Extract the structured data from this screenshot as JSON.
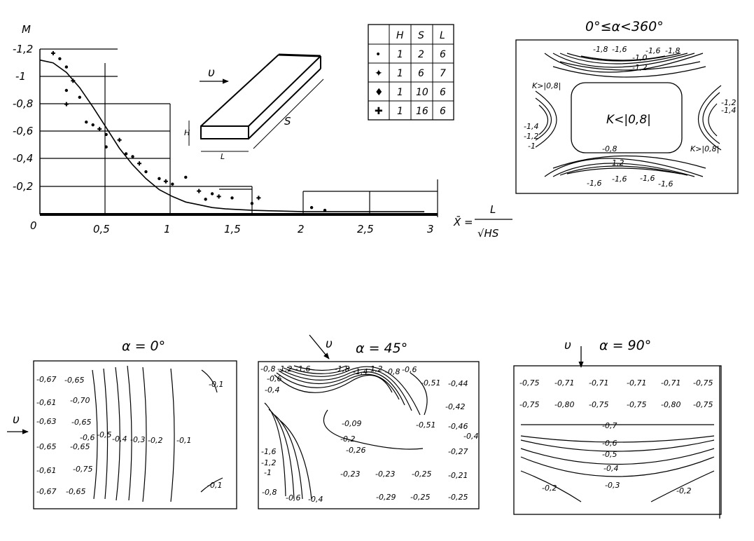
{
  "main_chart": {
    "ylabel": "M",
    "y_ticks": [
      "-1,2",
      "-1",
      "-0,8",
      "-0,6",
      "-0,4",
      "-0,2"
    ],
    "x_ticks": [
      "0",
      "0,5",
      "1",
      "1,5",
      "2",
      "2,5",
      "3"
    ],
    "xlabel_lhs": "X̄ =",
    "xlabel_num": "L",
    "xlabel_den": "√HS"
  },
  "chart_data": {
    "type": "scatter",
    "xlabel": "X̄ = L/√HS",
    "ylabel": "M",
    "xlim": [
      0,
      3
    ],
    "ylim": [
      0,
      1.25
    ],
    "y_axis_inverted_sign": true,
    "grid": false,
    "curve": {
      "x": [
        0,
        0.1,
        0.2,
        0.3,
        0.4,
        0.5,
        0.6,
        0.7,
        0.8,
        0.9,
        1.0,
        1.1,
        1.2,
        1.3,
        1.4,
        1.6,
        1.8,
        2.0,
        2.5,
        2.9
      ],
      "y": [
        1.12,
        1.1,
        1.03,
        0.92,
        0.78,
        0.63,
        0.48,
        0.36,
        0.26,
        0.18,
        0.13,
        0.09,
        0.07,
        0.05,
        0.04,
        0.03,
        0.025,
        0.02,
        0.02,
        0.02
      ]
    },
    "points": {
      "x": [
        0.1,
        0.15,
        0.2,
        0.25,
        0.2,
        0.3,
        0.2,
        0.35,
        0.4,
        0.45,
        0.5,
        0.5,
        0.6,
        0.65,
        0.7,
        0.75,
        0.8,
        0.9,
        0.95,
        1.0,
        1.1,
        1.2,
        1.25,
        1.3,
        1.35,
        1.45,
        1.6,
        1.65,
        2.05,
        2.15
      ],
      "y": [
        1.17,
        1.13,
        1.07,
        0.97,
        0.9,
        0.85,
        0.8,
        0.67,
        0.65,
        0.62,
        0.58,
        0.49,
        0.54,
        0.44,
        0.42,
        0.37,
        0.31,
        0.26,
        0.24,
        0.22,
        0.27,
        0.17,
        0.11,
        0.15,
        0.13,
        0.12,
        0.08,
        0.12,
        0.05,
        0.03
      ]
    }
  },
  "table": {
    "headers": [
      "",
      "H",
      "S",
      "L"
    ],
    "rows": [
      {
        "marker": "•",
        "values": [
          "1",
          "2",
          "6"
        ]
      },
      {
        "marker": "✦",
        "values": [
          "1",
          "6",
          "7"
        ]
      },
      {
        "marker": "♦",
        "values": [
          "1",
          "10",
          "6"
        ]
      },
      {
        "marker": "✚",
        "values": [
          "1",
          "16",
          "6"
        ]
      }
    ]
  },
  "sketch": {
    "flow": "υ",
    "h": "H",
    "l": "L",
    "s": "S"
  },
  "panel_top_right": {
    "title": "0°≤α<360°",
    "labels": [
      "-1,8",
      "-1,6",
      "-1,6",
      "-1,8",
      "-1,0",
      "-1,2",
      "K>|0,8|",
      "K<|0,8|",
      "-1,2",
      "-1,4",
      "-1,4",
      "-1,2",
      "-1",
      "-0,8",
      "-1,2",
      "K>|0,8|",
      "-1,6",
      "-1,6",
      "-1,6",
      "-1,6"
    ]
  },
  "panel_a0": {
    "title": "α = 0°",
    "flow": "υ",
    "labels": [
      "-0,67",
      "-0,65",
      "-0,61",
      "-0,70",
      "-0,63",
      "-0,65",
      "-0,65",
      "-0,65",
      "-0,61",
      "-0,75",
      "-0,67",
      "-0,65",
      "-0,6",
      "-0,5",
      "-0,4",
      "-0,3",
      "-0,2",
      "-0,1",
      "-0,1",
      "-0,1"
    ]
  },
  "panel_a45": {
    "title": "α = 45°",
    "flow": "υ",
    "labels": [
      "-0,8",
      "-1,2",
      "-1,6",
      "-1,8",
      "-1,4",
      "-1,2",
      "-0,8",
      "-0,6",
      "-0,6",
      "-0,4",
      "-0,51",
      "-0,44",
      "-0,42",
      "-0,09",
      "-0,51",
      "-0,46",
      "-0,4",
      "-0,2",
      "-0,26",
      "-0,27",
      "-1,6",
      "-1,2",
      "-1",
      "-0,23",
      "-0,23",
      "-0,25",
      "-0,21",
      "-0,8",
      "-0,6",
      "-0,4",
      "-0,29",
      "-0,25",
      "-0,25"
    ]
  },
  "panel_a90": {
    "title": "α = 90°",
    "flow": "υ",
    "labels": [
      "-0,75",
      "-0,71",
      "-0,71",
      "-0,71",
      "-0,71",
      "-0,75",
      "-0,75",
      "-0,80",
      "-0,75",
      "-0,75",
      "-0,80",
      "-0,75",
      "-0,7",
      "-0,6",
      "-0,5",
      "-0,4",
      "-0,2",
      "-0,3",
      "-0,2"
    ]
  }
}
